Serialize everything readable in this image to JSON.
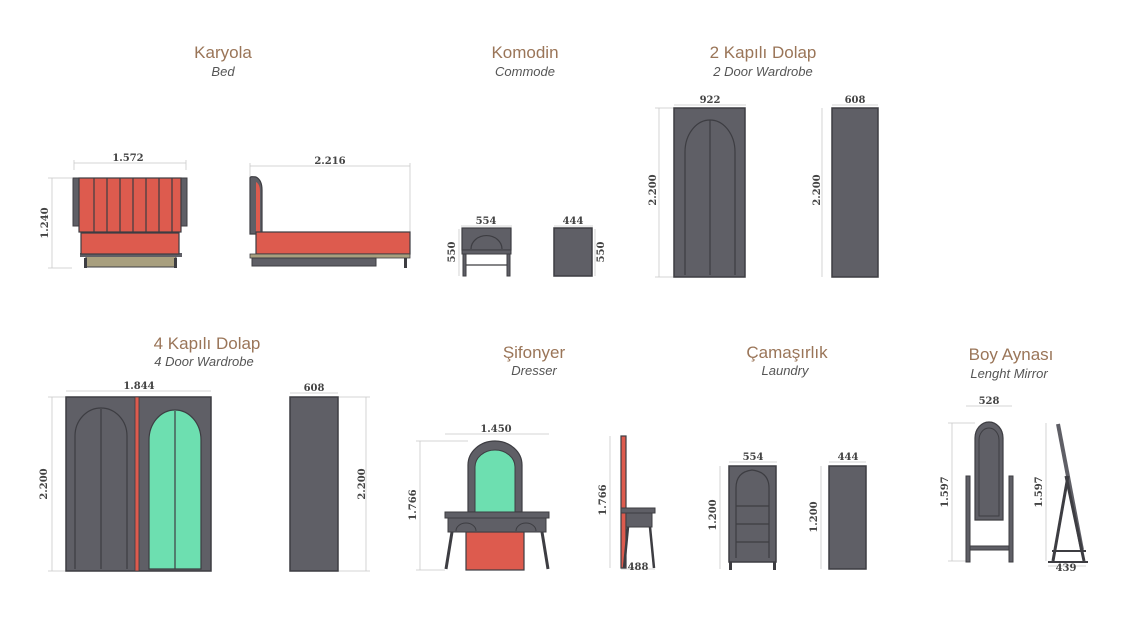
{
  "products": [
    {
      "id": "bed",
      "title": "Karyola",
      "subtitle": "Bed",
      "dims": [
        "1.572",
        "1.240",
        "2.216"
      ]
    },
    {
      "id": "commode",
      "title": "Komodin",
      "subtitle": "Commode",
      "dims": [
        "554",
        "550",
        "444",
        "550"
      ]
    },
    {
      "id": "wardrobe2",
      "title": "2 Kapılı Dolap",
      "subtitle": "2 Door Wardrobe",
      "dims": [
        "922",
        "2.200",
        "608",
        "2.200"
      ]
    },
    {
      "id": "wardrobe4",
      "title": "4 Kapılı Dolap",
      "subtitle": "4 Door Wardrobe",
      "dims": [
        "1.844",
        "2.200",
        "608",
        "2.200"
      ]
    },
    {
      "id": "dresser",
      "title": "Şifonyer",
      "subtitle": "Dresser",
      "dims": [
        "1.450",
        "1.766",
        "1.766",
        "488"
      ]
    },
    {
      "id": "laundry",
      "title": "Çamaşırlık",
      "subtitle": "Laundry",
      "dims": [
        "554",
        "1.200",
        "444",
        "1.200"
      ]
    },
    {
      "id": "mirror",
      "title": "Boy Aynası",
      "subtitle": "Lenght Mirror",
      "dims": [
        "528",
        "1.597",
        "1.597",
        "439"
      ]
    }
  ],
  "colors": {
    "frame": "#5f5f66",
    "upholstery": "#dd5b4e",
    "mirror_glass": "#6ddfb0",
    "wood_base": "#a89f7e",
    "title": "#9a7558"
  }
}
